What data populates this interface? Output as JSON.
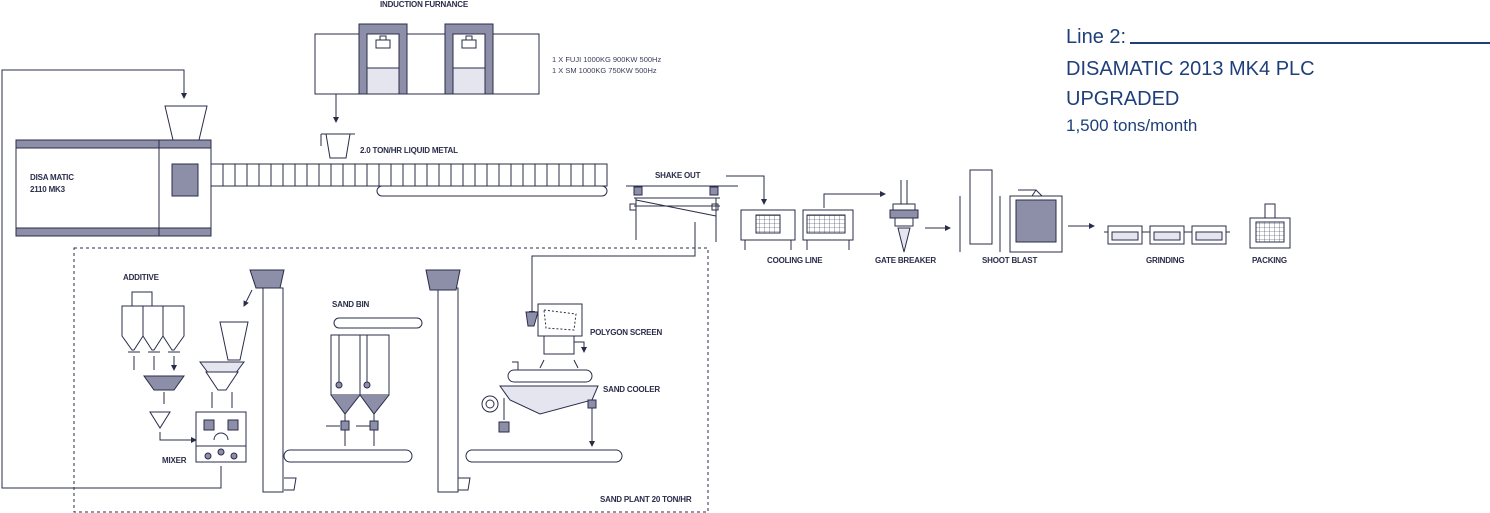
{
  "colors": {
    "line": "#2a2d4a",
    "fill_dark": "#8d8ea8",
    "fill_light": "#e4e5ee",
    "accent": "#1e3f7a"
  },
  "header": {
    "line_label": "Line 2:",
    "machine": "DISAMATIC 2013 MK4 PLC",
    "status": "UPGRADED",
    "capacity": "1,500 tons/month"
  },
  "furnace": {
    "title": "INDUCTION FURNANCE",
    "spec_1": "1 X FUJI  1000KG  900KW  500Hz",
    "spec_2": "1 X   SM  1000KG  750KW  500Hz"
  },
  "labels": {
    "liquid_metal": "2.0 TON/HR LIQUID METAL",
    "disamatic_1": "DISA MATIC",
    "disamatic_2": "2110 MK3",
    "shake_out": "SHAKE OUT",
    "cooling_line": "COOLING LINE",
    "gate_breaker": "GATE BREAKER",
    "shoot_blast": "SHOOT BLAST",
    "grinding": "GRINDING",
    "packing": "PACKING",
    "additive": "ADDITIVE",
    "mixer": "MIXER",
    "sand_bin": "SAND BIN",
    "polygon_screen": "POLYGON SCREEN",
    "sand_cooler": "SAND COOLER",
    "sand_plant": "SAND PLANT 20 TON/HR"
  }
}
